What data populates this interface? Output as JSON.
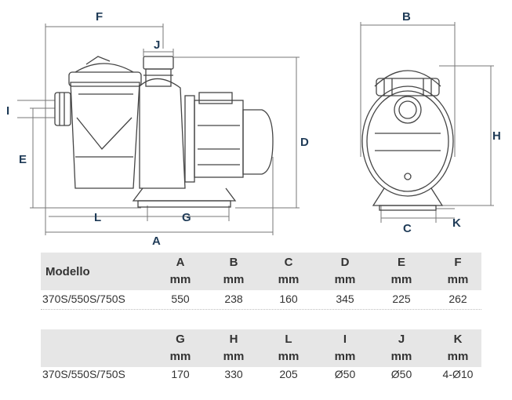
{
  "drawing": {
    "labels": {
      "F": "F",
      "J": "J",
      "I": "I",
      "E": "E",
      "L": "L",
      "G": "G",
      "A": "A",
      "D": "D",
      "B": "B",
      "H": "H",
      "C": "C",
      "K": "K"
    }
  },
  "table1": {
    "model_header": "Modello",
    "columns": [
      {
        "letter": "A",
        "unit": "mm",
        "value": "550"
      },
      {
        "letter": "B",
        "unit": "mm",
        "value": "238"
      },
      {
        "letter": "C",
        "unit": "mm",
        "value": "160"
      },
      {
        "letter": "D",
        "unit": "mm",
        "value": "345"
      },
      {
        "letter": "E",
        "unit": "mm",
        "value": "225"
      },
      {
        "letter": "F",
        "unit": "mm",
        "value": "262"
      }
    ],
    "model": "370S/550S/750S"
  },
  "table2": {
    "columns": [
      {
        "letter": "G",
        "unit": "mm",
        "value": "170"
      },
      {
        "letter": "H",
        "unit": "mm",
        "value": "330"
      },
      {
        "letter": "L",
        "unit": "mm",
        "value": "205"
      },
      {
        "letter": "I",
        "unit": "mm",
        "value": "Ø50"
      },
      {
        "letter": "J",
        "unit": "mm",
        "value": "Ø50"
      },
      {
        "letter": "K",
        "unit": "mm",
        "value": "4-Ø10"
      }
    ],
    "model": "370S/550S/750S"
  },
  "colors": {
    "label": "#1f3b57",
    "line": "#555555",
    "header_bg": "#e6e6e6"
  }
}
